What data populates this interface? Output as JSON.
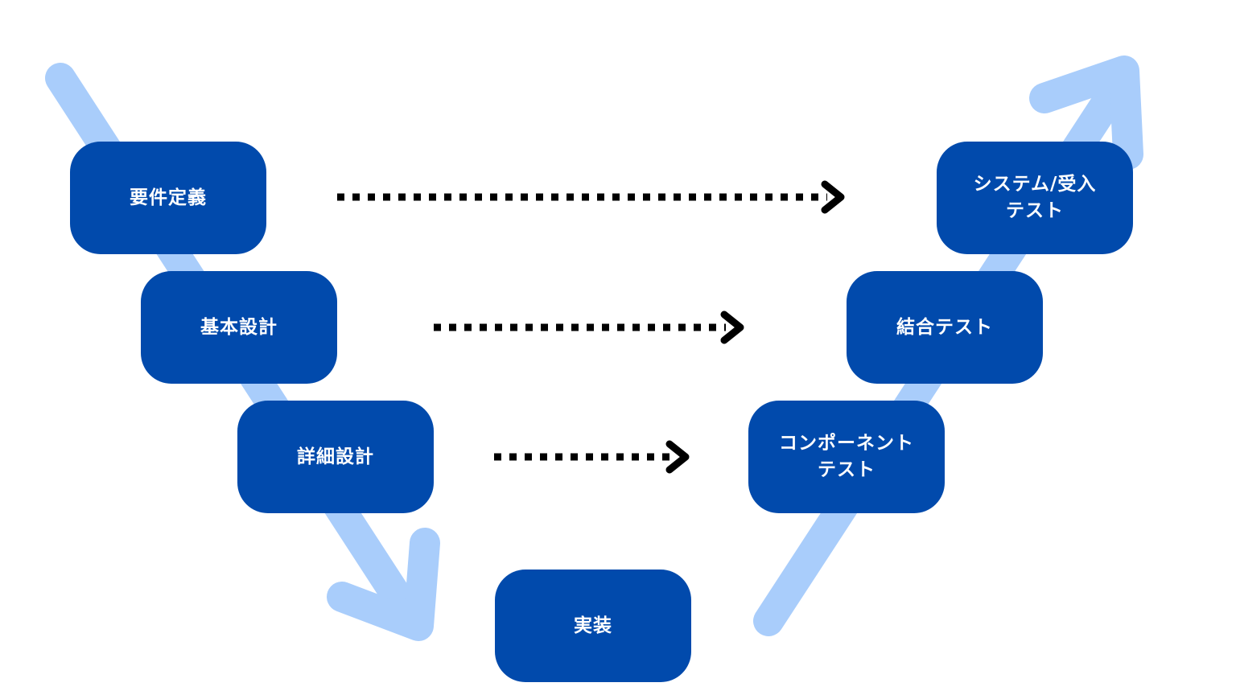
{
  "colors": {
    "box_fill": "#014aac",
    "box_text": "#ffffff",
    "flow_arrow": "#a9cdfb",
    "link_arrow": "#000000"
  },
  "phases": {
    "requirements": "要件定義",
    "basic_design": "基本設計",
    "detailed_design": "詳細設計",
    "implementation": "実装",
    "system_acceptance_test": "システム/受入\nテスト",
    "integration_test": "結合テスト",
    "component_test": "コンポーネント\nテスト"
  }
}
